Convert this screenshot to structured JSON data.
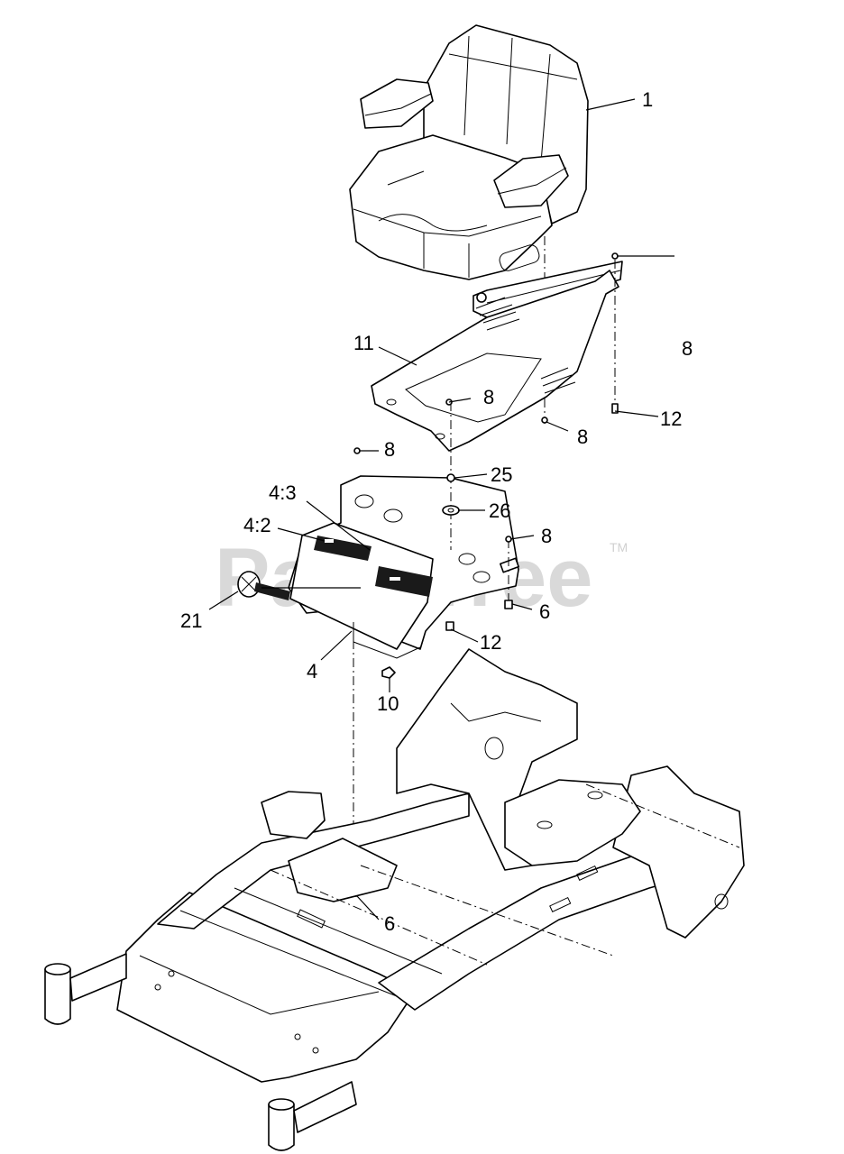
{
  "watermark": {
    "text": "PartsTree",
    "trademark": "TM"
  },
  "callouts": {
    "seat": "1",
    "seat_pan": "11",
    "screw_8_a": "8",
    "screw_8_b": "8",
    "screw_8_c": "8",
    "screw_8_d": "8",
    "screw_8_e": "8",
    "bolt_12_a": "12",
    "bolt_12_b": "12",
    "nut_25": "25",
    "washer_26": "26",
    "decal_4_3": "4:3",
    "decal_4_2": "4:2",
    "emblem_21": "21",
    "bolt_6_a": "6",
    "bolt_6_b": "6",
    "seat_plate_4": "4",
    "nut_10": "10"
  }
}
